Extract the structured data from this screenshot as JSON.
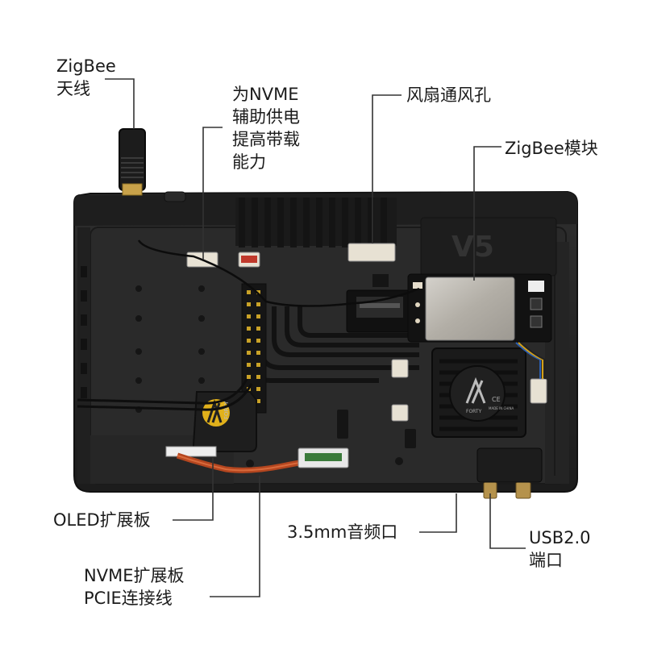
{
  "labels": {
    "zigbee_antenna": "ZigBee\n天线",
    "nvme_aux_power": "为NVME\n辅助供电\n提高带载\n能力",
    "fan_vent": "风扇通风孔",
    "zigbee_module": "ZigBee模块",
    "oled_board": "OLED扩展板",
    "audio_jack": "3.5mm音频口",
    "nvme_pcie_cable": "NVME扩展板\nPCIE连接线",
    "usb_port": "USB2.0\n端口"
  },
  "device": {
    "case_mark": "V5",
    "logo_text": "FORTY",
    "fan_logo_text": "FORTY",
    "ce_mark": "CE",
    "made_in": "MADE IN CHINA"
  },
  "colors": {
    "background": "#ffffff",
    "case_body": "#232323",
    "case_inner": "#2c2c2c",
    "heatsink": "#161616",
    "module_shield": "#b9b5ad",
    "cable_copper": "#b4461f",
    "leader_line": "#333333"
  }
}
